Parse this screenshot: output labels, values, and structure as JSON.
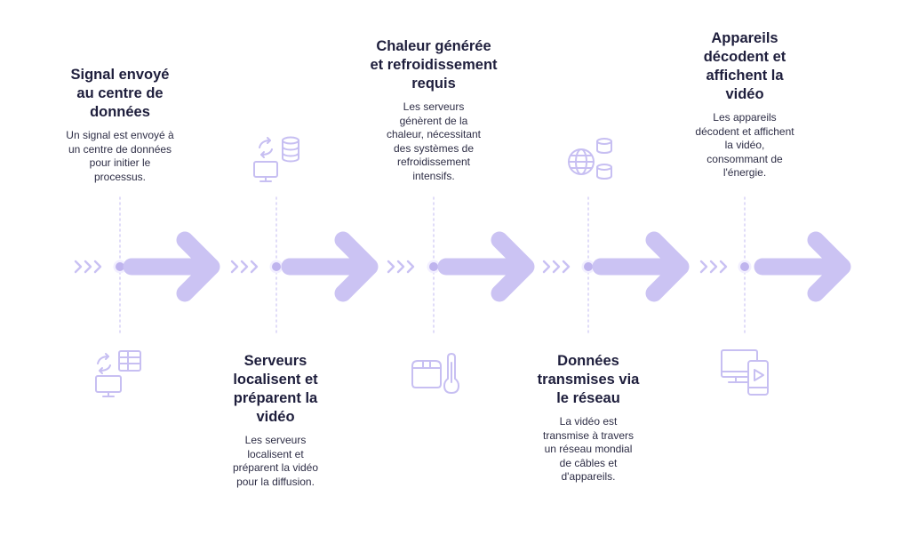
{
  "colors": {
    "arrow": "#cbc3f3",
    "dot": "#c2b8ef",
    "line": "#d9d3f6",
    "icon": "#c7bff2",
    "title": "#1e1e3c",
    "text": "#2e2e46"
  },
  "steps": [
    {
      "title": "Signal envoyé\nau centre de\ndonnées",
      "desc": "Un signal est envoyé à\nun centre de données\npour initier le\nprocessus.",
      "position": "top",
      "icon": "monitor-table-sync-icon"
    },
    {
      "title": "Serveurs\nlocalisent et\npréparent la\nvidéo",
      "desc": "Les serveurs\nlocalisent et\npréparent la vidéo\npour la diffusion.",
      "position": "bottom",
      "icon": "monitor-database-sync-icon"
    },
    {
      "title": "Chaleur générée\net refroidissement\nrequis",
      "desc": "Les serveurs\ngénèrent de la\nchaleur, nécessitant\ndes systèmes de\nrefroidissement\nintensifs.",
      "position": "top",
      "icon": "server-thermometer-icon"
    },
    {
      "title": "Données\ntransmises via\nle réseau",
      "desc": "La vidéo est\ntransmise à travers\nun réseau mondial\nde câbles et\nd'appareils.",
      "position": "bottom",
      "icon": "globe-database-icon"
    },
    {
      "title": "Appareils\ndécodent et\naffichent la\nvidéo",
      "desc": "Les appareils\ndécodent et affichent\nla vidéo,\nconsommant de\nl'énergie.",
      "position": "top",
      "icon": "monitor-tablet-play-icon"
    }
  ]
}
